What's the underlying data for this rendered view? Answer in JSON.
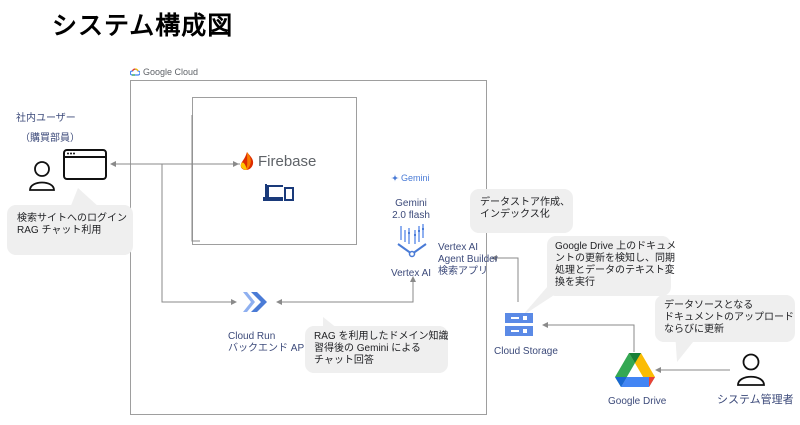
{
  "title": "システム構成図",
  "google_cloud": {
    "label": "Google Cloud"
  },
  "user": {
    "title_line1": "社内ユーザー",
    "title_line2": "（購買部員）"
  },
  "bubbles": {
    "user": [
      "検索サイトへのログイン",
      "RAG チャット利用"
    ],
    "datastore": [
      "データストア作成、",
      "インデックス化"
    ],
    "drive_sync": [
      "Google Drive 上のドキュメ",
      "ントの更新を検知し、同期",
      "処理とデータのテキスト変",
      "換を実行"
    ],
    "admin": [
      "データソースとなる",
      "ドキュメントのアップロード",
      "ならびに更新"
    ],
    "rag": [
      "RAG を利用したドメイン知識",
      "習得後の Gemini による",
      "チャット回答"
    ]
  },
  "firebase": {
    "label": "Firebase"
  },
  "gemini": {
    "logo": "Gemini",
    "model_line1": "Gemini",
    "model_line2": "2.0 flash"
  },
  "vertex": {
    "label": "Vertex AI",
    "app_line1": "Vertex AI",
    "app_line2": "Agent Builder",
    "app_line3": "検索アプリ"
  },
  "cloud_run": {
    "line1": "Cloud Run",
    "line2": "バックエンド API"
  },
  "cloud_storage": {
    "label": "Cloud Storage"
  },
  "google_drive": {
    "label": "Google Drive"
  },
  "admin": {
    "label": "システム管理者"
  },
  "colors": {
    "line": "#8a8a8a",
    "label_blue": "#3c4a7a",
    "bubble_bg": "#efefef"
  }
}
